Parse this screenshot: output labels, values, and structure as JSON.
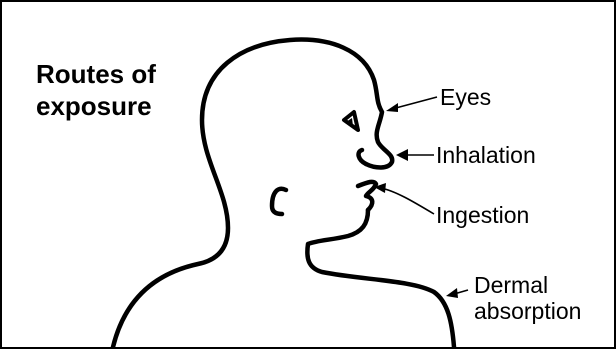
{
  "title": {
    "line1": "Routes of",
    "line2": "exposure"
  },
  "labels": {
    "eyes": "Eyes",
    "inhalation": "Inhalation",
    "ingestion": "Ingestion",
    "dermal_line1": "Dermal",
    "dermal_line2": "absorption"
  },
  "colors": {
    "line": "#000000",
    "background": "#ffffff"
  }
}
